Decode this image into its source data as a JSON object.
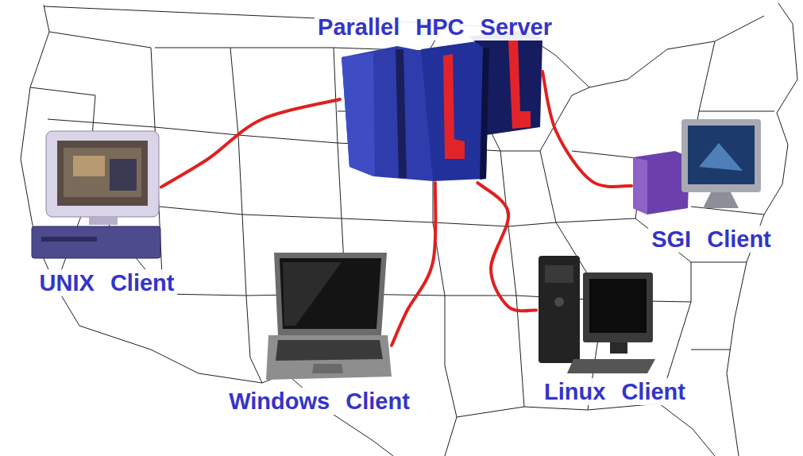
{
  "diagram": {
    "nodes": [
      {
        "text": [
          "Parallel HPC Server"
        ]
      },
      {
        "text": [
          "UNIX Client"
        ]
      },
      {
        "text": [
          "SGI Client"
        ]
      },
      {
        "text": [
          "Windows Client"
        ]
      },
      {
        "text": [
          "Linux Client"
        ]
      }
    ],
    "edges": [
      {
        "from": 0,
        "to": 1,
        "arrow": "none"
      },
      {
        "from": 0,
        "to": 2,
        "arrow": "none"
      },
      {
        "from": 0,
        "to": 3,
        "arrow": "none"
      },
      {
        "from": 0,
        "to": 4,
        "arrow": "none"
      }
    ]
  }
}
